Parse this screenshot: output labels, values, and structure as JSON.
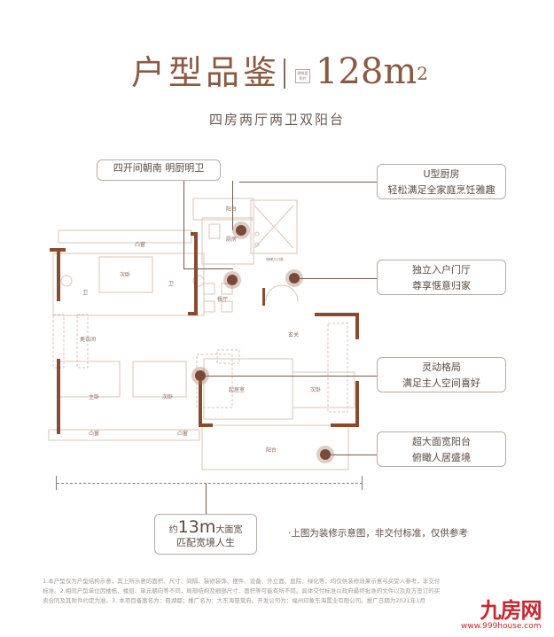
{
  "header": {
    "title": "户型品鉴",
    "area_tag": "建筑面积约",
    "area_number": "128m",
    "area_unit_sup": "2",
    "subtitle": "四房两厅两卫双阳台"
  },
  "callouts": [
    {
      "id": "orientation",
      "lines": [
        "四开间朝南 明厨明卫"
      ]
    },
    {
      "id": "kitchen",
      "lines": [
        "U型厨房",
        "轻松满足全家庭烹饪雅趣"
      ]
    },
    {
      "id": "foyer",
      "lines": [
        "独立入户门厅",
        "尊享惬意归家"
      ]
    },
    {
      "id": "layout",
      "lines": [
        "灵动格局",
        "满足主人空间喜好"
      ]
    },
    {
      "id": "balcony",
      "lines": [
        "超大面宽阳台",
        "俯瞰人居盛境"
      ]
    }
  ],
  "rooms": {
    "balcony_top": "阳台",
    "kitchen": "厨房",
    "elevator_hall": "电梯入口处",
    "dining": "餐厅",
    "foyer": "玄关",
    "bay_window_top": "凸窗",
    "second_bedroom_top": "次卧",
    "bathroom_left": "卫",
    "bathroom_right": "卫",
    "closet": "更衣间",
    "master_bedroom": "主卧",
    "second_bedroom_mid": "次卧",
    "living_room": "起居室",
    "second_bedroom_right": "次卧",
    "bay_window_left": "凸窗",
    "bay_window_mid": "凸窗",
    "balcony_bottom": "阳台"
  },
  "width_note": {
    "prefix": "约",
    "value": "13m",
    "suffix": "大面宽",
    "line2": "匹配宽境人生"
  },
  "render_note": "·上图为装修示意图，非交付标准，仅供参考",
  "disclaimer": [
    "1.本户型仅为户型结构示意，其上所示意的面积、尺寸、间隔、装修装饰、摆件、设备、外立面、庭院、绿化等，均仅供装修效果示意与买受人参考，非交付",
    "标准。2.相同户型单位因楼栋、楼层、单元朝向等不同，局部结构及细部尺寸、面积等可能有所不同。具体交付标准以政府最终批准的文件以及双方签订的买",
    "卖合同及其附件约定为准。3. 本项目备案名为：晋湖都；推广名为：大东海晋棠府。开发公司为：福州印象东海置业有限公司。推广日期为2021年1月"
  ],
  "watermark": {
    "logo": "九房网",
    "url": "www.999house.com"
  },
  "colors": {
    "title_brown": "#8a5a42",
    "wall_brown": "#8b4a2e",
    "line_tan": "#d9c5b8",
    "text": "#5a4a42",
    "watermark_red": "#c8282e"
  }
}
